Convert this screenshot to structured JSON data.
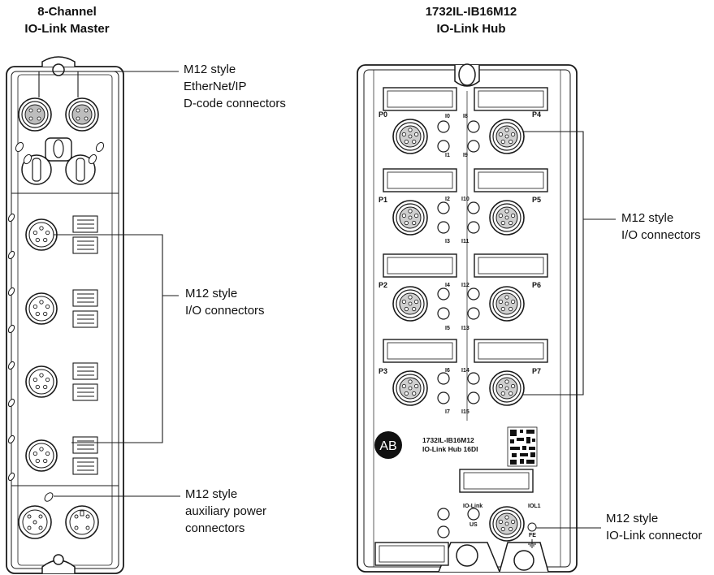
{
  "left_device": {
    "title_line1": "8-Channel",
    "title_line2": "IO-Link Master"
  },
  "right_device": {
    "title_line1": "1732IL-IB16M12",
    "title_line2": "IO-Link Hub",
    "logo_text": "AB",
    "label_line1": "1732IL-IB16M12",
    "label_line2": "IO-Link Hub 16DI",
    "port_labels": [
      "P0",
      "P4",
      "P1",
      "P5",
      "P2",
      "P6",
      "P3",
      "P7"
    ],
    "led_labels": [
      "I0",
      "I8",
      "I1",
      "I9",
      "I2",
      "I10",
      "I3",
      "I11",
      "I4",
      "I12",
      "I5",
      "I13",
      "I6",
      "I14",
      "I7",
      "I15"
    ],
    "iol_label": "IO-Link",
    "iol_port": "IOL1",
    "us_label": "US",
    "fe_label": "FE"
  },
  "callouts": {
    "ethernet": [
      "M12 style",
      "EtherNet/IP",
      "D-code connectors"
    ],
    "left_io": [
      "M12 style",
      "I/O connectors"
    ],
    "aux_power": [
      "M12 style",
      "auxiliary power",
      "connectors"
    ],
    "right_io": [
      "M12 style",
      "I/O connectors"
    ],
    "iolink": [
      "M12 style",
      "IO-Link connector"
    ]
  },
  "colors": {
    "line": "#1a1a1a",
    "background": "#ffffff"
  }
}
